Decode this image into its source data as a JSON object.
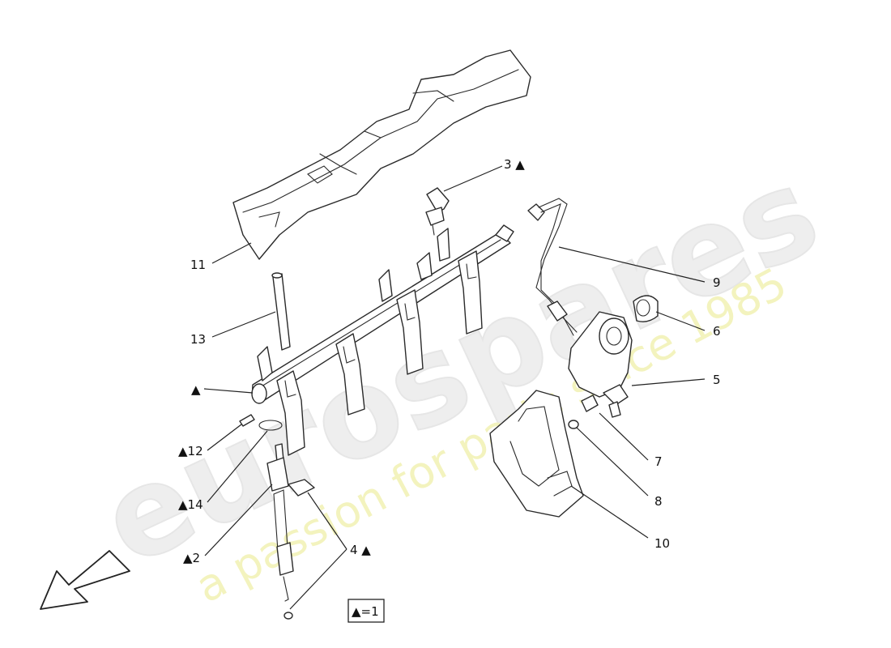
{
  "watermark": {
    "brand": "eurospares",
    "slogan": "a passion for parts since 1985"
  },
  "callouts": [
    {
      "id": "c3",
      "text": "3 ▲"
    },
    {
      "id": "c11",
      "text": "11"
    },
    {
      "id": "c9",
      "text": "9"
    },
    {
      "id": "c6",
      "text": "6"
    },
    {
      "id": "c13",
      "text": "13"
    },
    {
      "id": "c5",
      "text": "5"
    },
    {
      "id": "ctri",
      "text": "▲"
    },
    {
      "id": "c7",
      "text": "7"
    },
    {
      "id": "c12",
      "text": "▲12"
    },
    {
      "id": "c8",
      "text": "8"
    },
    {
      "id": "c14",
      "text": "▲14"
    },
    {
      "id": "c10",
      "text": "10"
    },
    {
      "id": "c2",
      "text": "▲2"
    },
    {
      "id": "c4",
      "text": "4 ▲"
    }
  ],
  "legend": {
    "text": "▲=1"
  },
  "arrow": {
    "icon": "front-direction-arrow-icon"
  }
}
